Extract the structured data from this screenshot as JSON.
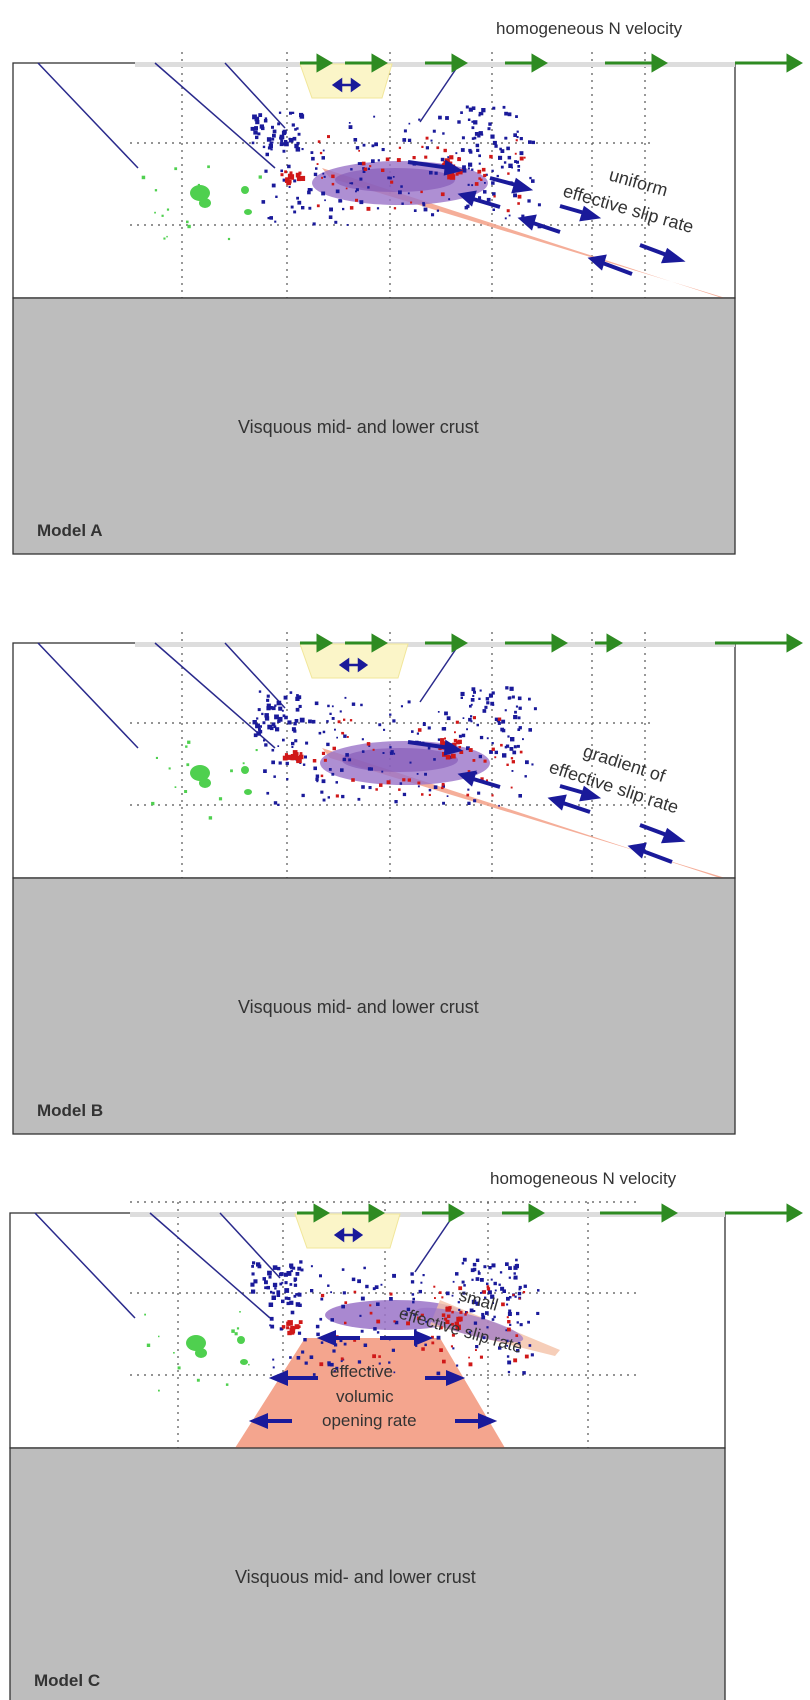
{
  "panels": [
    {
      "model_label": "Model A",
      "crust_label": "Visquous mid- and lower crust",
      "top_label": "homogeneous N velocity",
      "annotation_lines": [
        "uniform",
        "effective slip rate"
      ],
      "variant": "slip"
    },
    {
      "model_label": "Model B",
      "crust_label": "Visquous mid- and lower crust",
      "top_label": "",
      "annotation_lines": [
        "gradient of",
        "effective slip rate"
      ],
      "variant": "slip"
    },
    {
      "model_label": "Model C",
      "crust_label": "Visquous mid- and lower crust",
      "top_label": "homogeneous N velocity",
      "annotation_lines": [
        "small",
        "effective slip rate"
      ],
      "opening_lines": [
        "effective",
        "volumic",
        "opening rate"
      ],
      "variant": "opening"
    }
  ],
  "colors": {
    "velocity_arrow": "#2e8b22",
    "seismicity_blue": "#1a1a9a",
    "seismicity_red": "#d01818",
    "seismicity_green": "#4fd04f",
    "cloud_purple": "#9a73c8",
    "fault_salmon": "#f4a58e",
    "crust_gray": "#bdbdbd",
    "yellow_box": "#fbf5c8"
  }
}
